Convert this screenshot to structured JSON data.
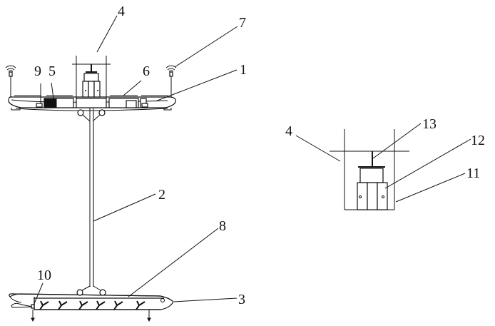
{
  "figure": {
    "main_view": {
      "labels": {
        "l1": "1",
        "l2": "2",
        "l3": "3",
        "l4": "4",
        "l5": "5",
        "l6": "6",
        "l7": "7",
        "l8": "8",
        "l9": "9",
        "l10": "10"
      }
    },
    "detail_view": {
      "labels": {
        "l4": "4",
        "l11": "11",
        "l12": "12",
        "l13": "13"
      }
    }
  }
}
